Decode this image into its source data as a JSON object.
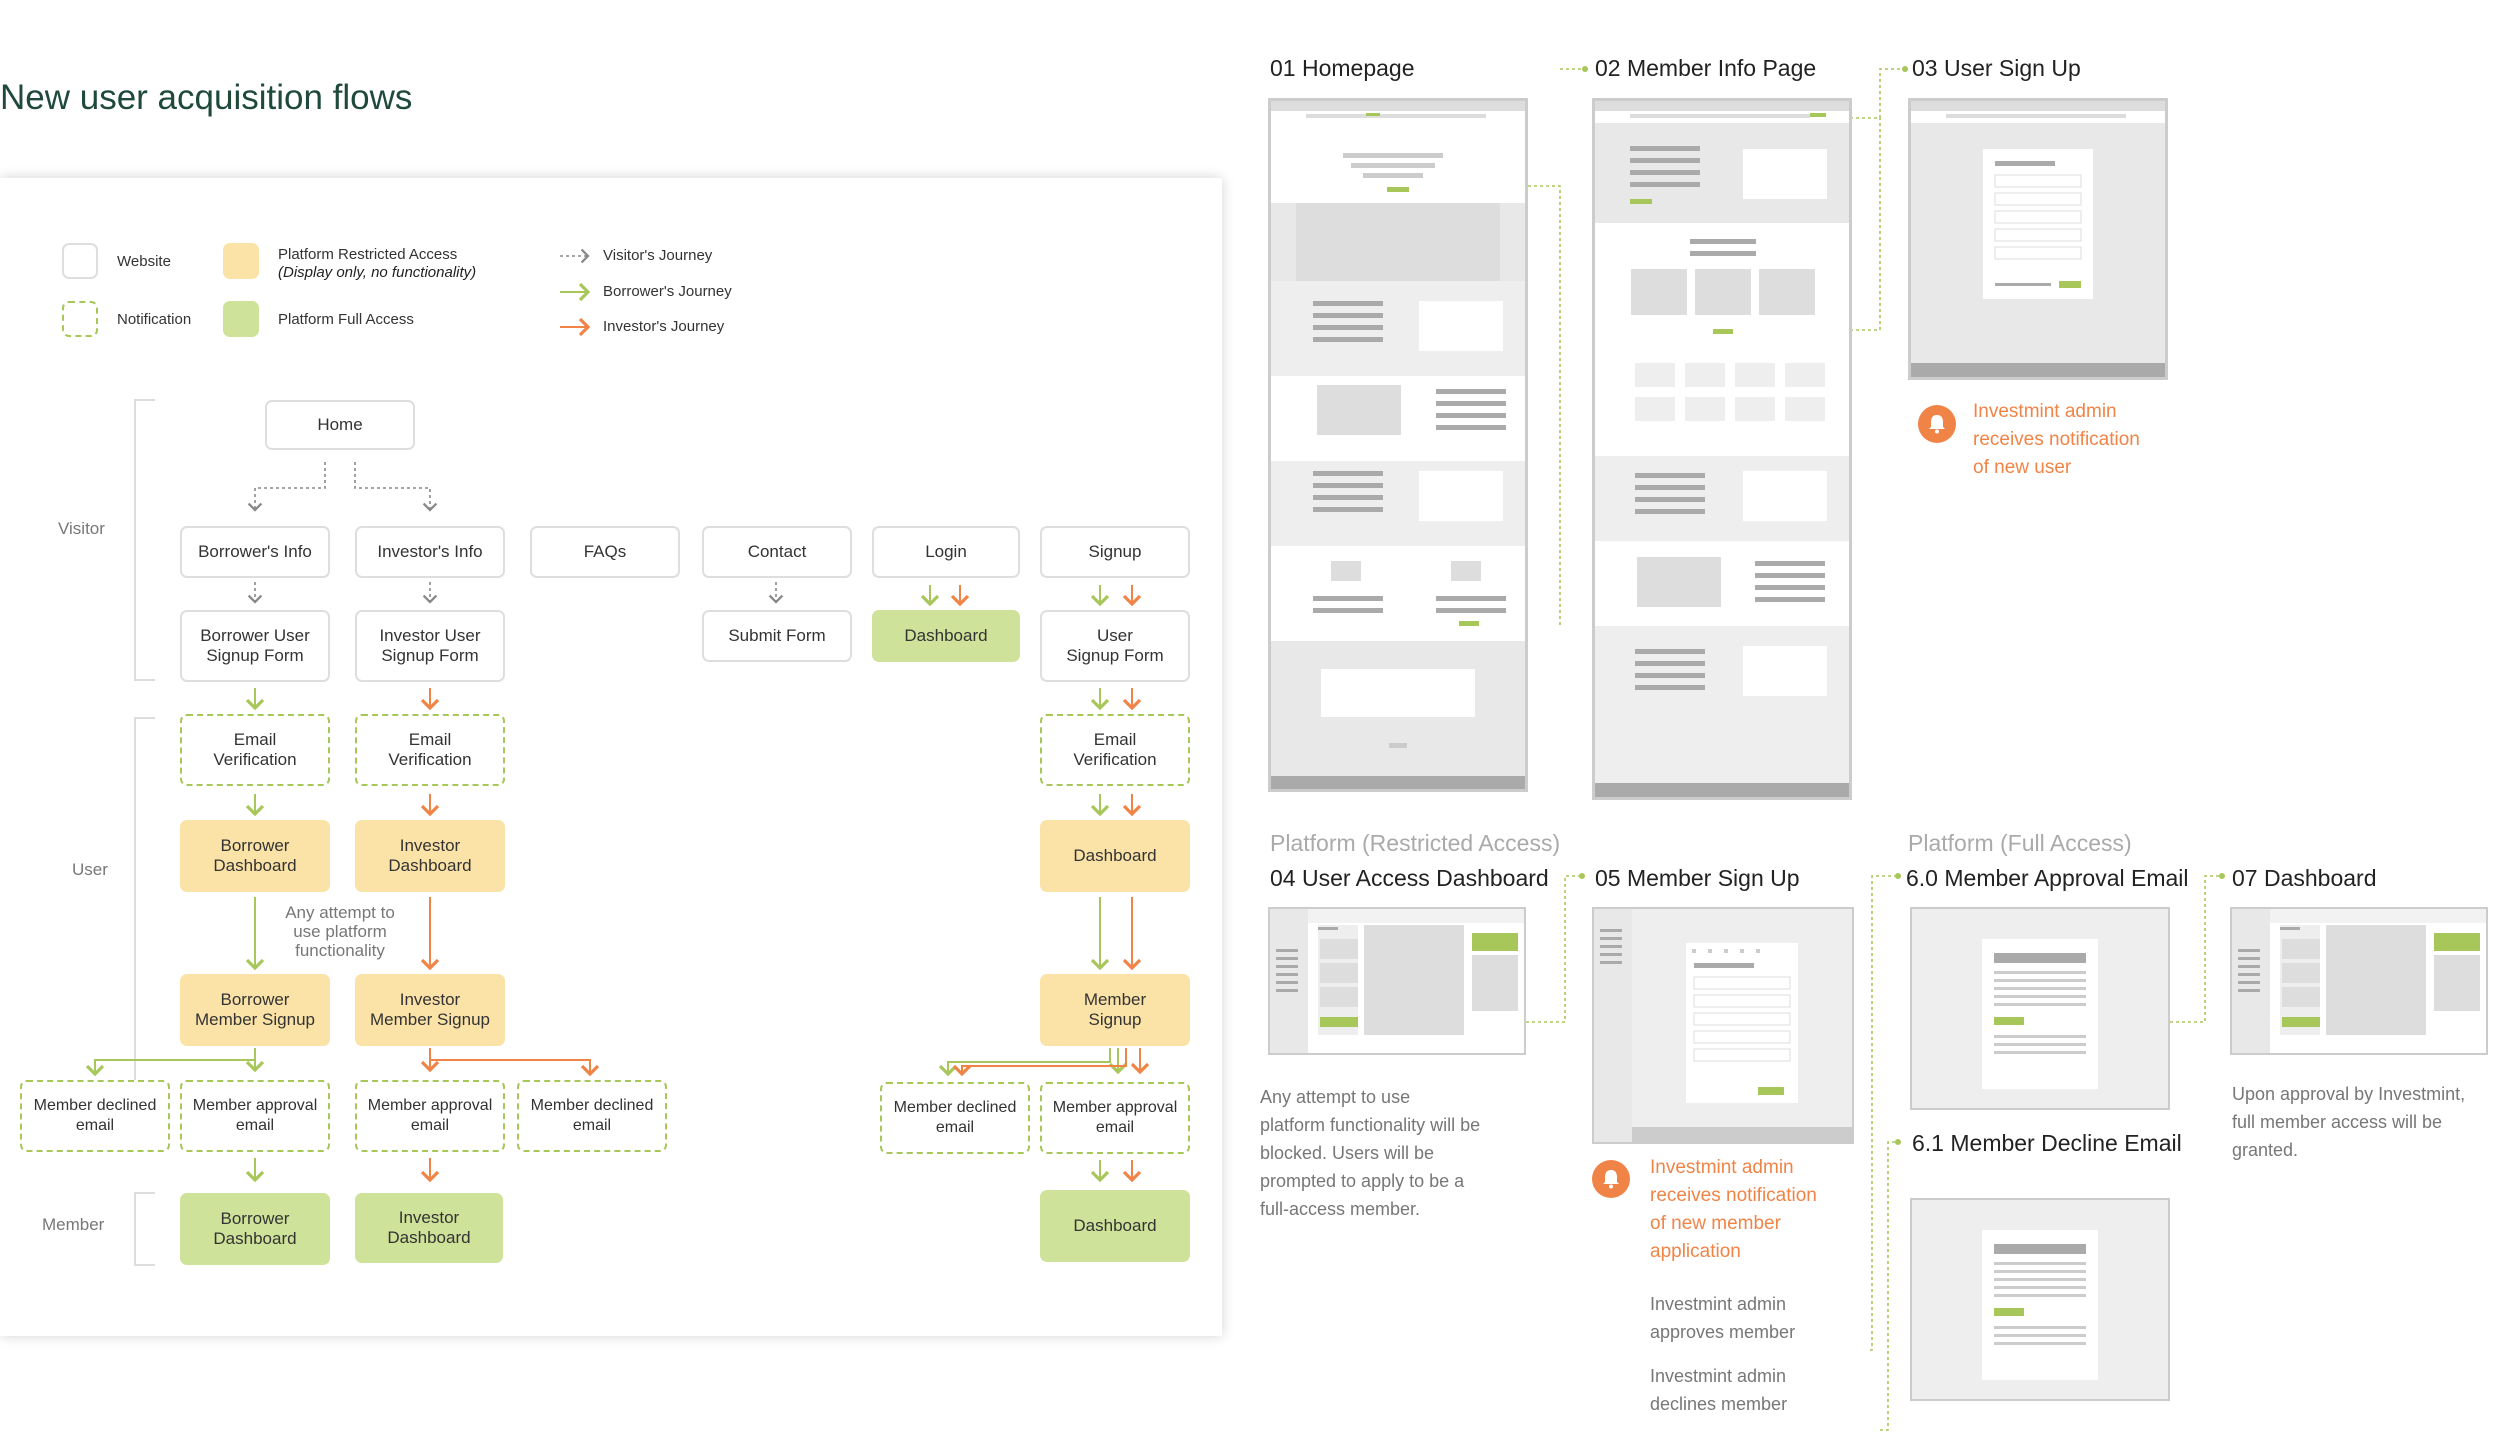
{
  "page_title": "New user acquisition flows",
  "colors": {
    "green": "#a8c75a",
    "orange": "#f08447",
    "restricted": "#fbe3a8",
    "full": "#cfe29a",
    "border": "#dedede",
    "title": "#1f4a3a"
  },
  "legend": {
    "website": "Website",
    "notification": "Notification",
    "restricted": "Platform Restricted Access",
    "restricted_note": "(Display only, no functionality)",
    "full": "Platform Full Access",
    "visitor_journey": "Visitor's Journey",
    "borrower_journey": "Borrower's Journey",
    "investor_journey": "Investor's Journey"
  },
  "row_labels": {
    "visitor": "Visitor",
    "user": "User",
    "member": "Member"
  },
  "nodes": {
    "home": "Home",
    "borrowers_info": "Borrower's Info",
    "investors_info": "Investor's Info",
    "faqs": "FAQs",
    "contact": "Contact",
    "login": "Login",
    "signup": "Signup",
    "borrower_signup_form": "Borrower User\nSignup Form",
    "investor_signup_form": "Investor User\nSignup Form",
    "submit_form": "Submit Form",
    "login_dashboard": "Dashboard",
    "user_signup_form": "User\nSignup Form",
    "email_verif_b": "Email\nVerification",
    "email_verif_i": "Email\nVerification",
    "email_verif_u": "Email\nVerification",
    "borrower_dashboard": "Borrower\nDashboard",
    "investor_dashboard": "Investor\nDashboard",
    "user_dashboard": "Dashboard",
    "borrower_member_signup": "Borrower\nMember Signup",
    "investor_member_signup": "Investor\nMember Signup",
    "member_signup": "Member\nSignup",
    "declined_b": "Member declined\nemail",
    "approval_b": "Member approval\nemail",
    "approval_i": "Member approval\nemail",
    "declined_i": "Member declined\nemail",
    "declined_u": "Member declined\nemail",
    "approval_u": "Member approval\nemail",
    "borrower_member_dashboard": "Borrower\nDashboard",
    "investor_member_dashboard": "Investor\nDashboard",
    "member_dashboard": "Dashboard"
  },
  "attempt_note": "Any attempt to\nuse platform\nfunctionality",
  "screens": {
    "s01": "01 Homepage",
    "s02": "02 Member Info Page",
    "s03": "03 User Sign Up",
    "platform_restricted": "Platform (Restricted Access)",
    "s04": "04 User Access Dashboard",
    "s05": "05 Member Sign Up",
    "platform_full": "Platform (Full Access)",
    "s60": "6.0 Member Approval Email",
    "s07": "07 Dashboard",
    "s61": "6.1 Member Decline Email"
  },
  "captions": {
    "new_user_alert": "Investmint admin\nreceives notification\nof new user",
    "blocked": "Any attempt to use\nplatform functionality will be\nblocked. Users will be\nprompted to apply to be a\nfull-access member.",
    "new_member_alert": "Investmint admin\nreceives notification\nof new member\napplication",
    "approves": "Investmint admin\napproves member",
    "declines": "Investmint admin\ndeclines member",
    "approval": "Upon approval by Investmint,\nfull member access will be\ngranted."
  }
}
